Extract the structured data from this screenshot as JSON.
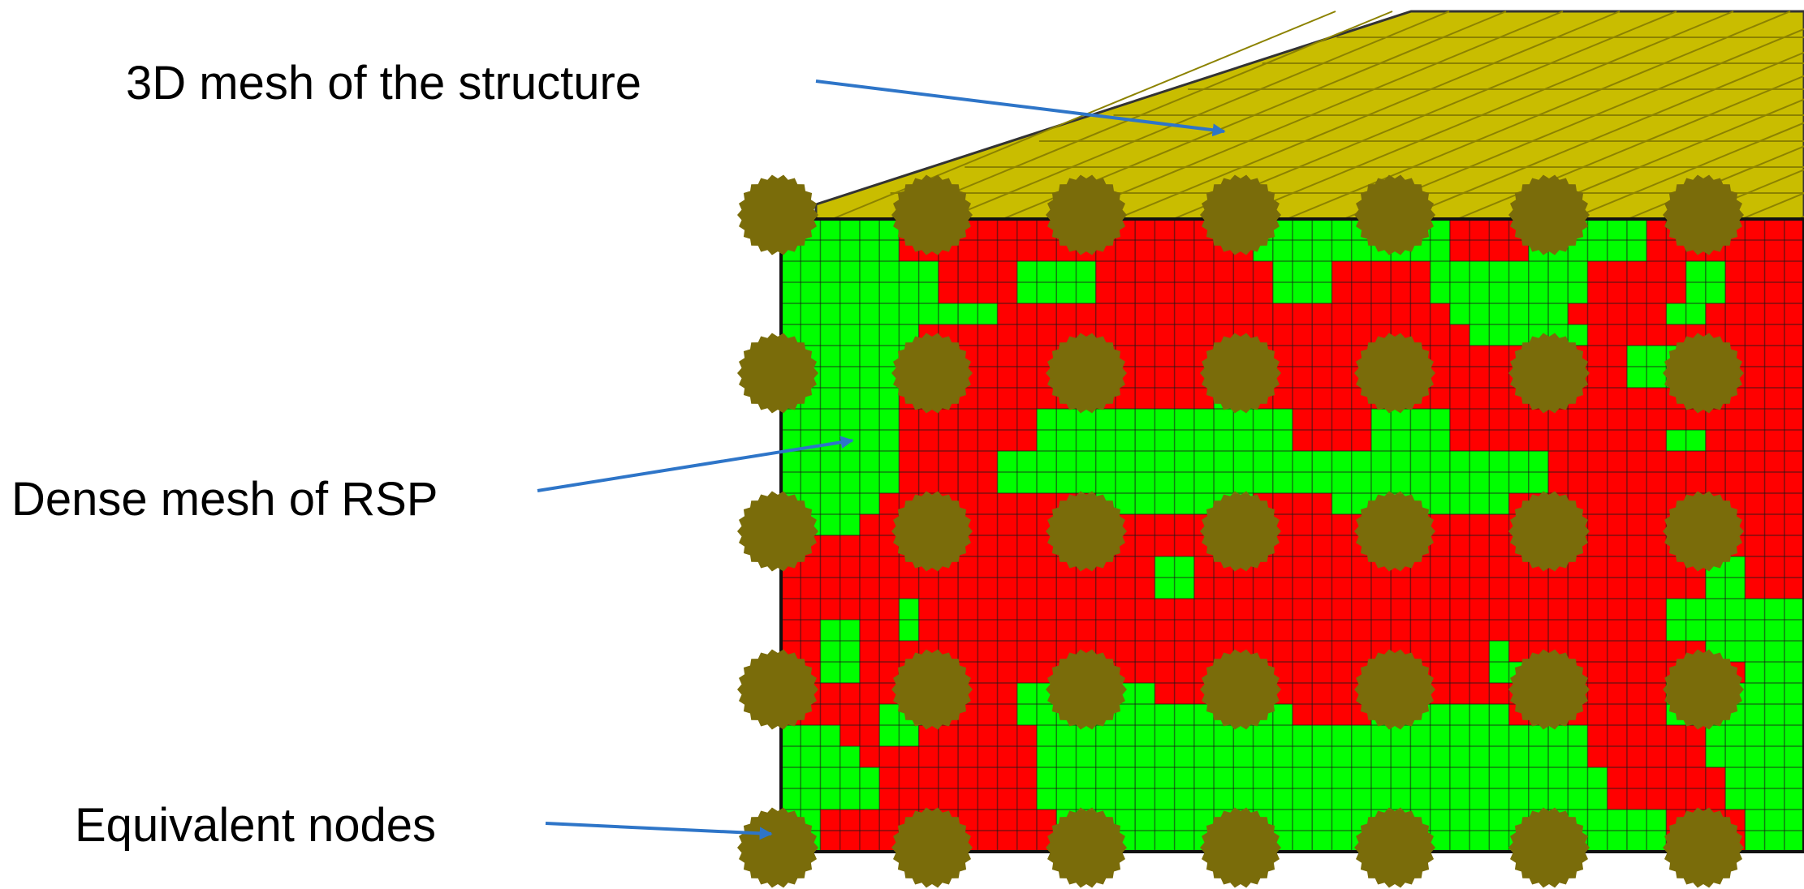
{
  "labels": {
    "mesh_3d": "3D mesh of the structure",
    "dense_mesh": "Dense mesh of RSP",
    "equivalent_nodes": "Equivalent nodes"
  },
  "colors": {
    "background": "#ffffff",
    "top_surface": "#c9bd00",
    "top_surface_grid": "#8c8200",
    "cell_green": "#00ff00",
    "cell_red": "#ff0000",
    "cell_grid": "#1a1a1a",
    "node": "#7a6c0a",
    "arrow": "#2e75c8",
    "label_text": "#000000"
  },
  "front_mesh": {
    "rows": 30,
    "cols": 52,
    "pattern": [
      "GGGGGGRRRRRRRRRRRRRRRRRRGGGGGGGGGGRRRRGGGGGGRRRRRRRR",
      "GGGGGGRRRRRRRRRRRRRRRRRRGGGGGGGGGGRRRRGGGGGGRRRRRRRR",
      "GGGGGGGGRRRRGGGGRRRRRRRRRGGGRRRRRGGGGGGGGRRRRRGGRRRR",
      "GGGGGGGGRRRRGGGGRRRRRRRRRGGGRRRRRGGGGGGGGRRRRRGGRRRR",
      "GGGGGGGGGGGRRRRRRRRRRRRRRRRRRRRRRRGGGGGGRRRRRGGRRRRR",
      "GGGGGGGRRRRRRRRRRRRRRRRRRRRRRRRRRRRGGGGGGRRRRRRRRRRR",
      "GGGGGGGRRRRRRRRRRRRRRRRRRRRRRRRRRRRRRRRRRRRGGGGRRRRR",
      "GGGGGGRRRRRRRRRRRRRRRRRRRRRRRRRRRRRRRRRRRRRGGGGRRRRR",
      "GGGGGGRRRRRRRRRRRRRRRRGGRRRRRRRRRRRRRRRRRRRRRRRRRRRR",
      "GGGGGGRRRRRRRGGGGGGGGGGGGGRRRRGGGGRRRRRRRRRRRRRRRRRR",
      "GGGGGGRRRRRRRGGGGGGGGGGGGGRRRRGGGGRRRRRRRRRRRGGRRRRR",
      "GGGGGGRRRRRGGGGGGGGGGGGGGGGGGGGGGGGGGGGRRRRRRRRRRRRR",
      "GGGGGGRRRRRGGGGGGGGGGGGGGGGGGGGGGGGGGGGRRRRRRRRRRRRR",
      "GGGGGRRRRRRRRRRRGGGGGGGGRRRRGGGGGGGGGRRRRRRRRRRRRRRR",
      "GGGGRRRRRRRRRRRRRRRRRRRRRRRRRRRRRRRRRRRRRRRRRRRRRRRR",
      "RRRRRRRRRRRRRRRRRRRRRRRRRRRRRRRRRRRRRRRRRRRRRRRRRRRR",
      "RRRRRRRRRRRRRRRRRRRGGRRRRRRRRRRRRRRRRRRRRRRRRRRGGRRR",
      "RRRRRRRRRRRRRRRRRRRGGRRRRRRRRRRRRRRRRRRRRRRRRRRGGRRR",
      "RRRRRRGRRRRRRRRRRRRRRRRRRRRRRRRRRRRRRRRRRRRRRGGGGGGG",
      "RRGGRRGRRRRRRRRRRRRRRRRRRRRRRRRRRRRRRRRRRRRRRGGGGGGG",
      "RRGGRRRRRRRRRRRRRRRRRRRRRRRRRRRRRRRRGRRRRRRRRRRGGGGG",
      "RRGGRRRRRRRRRRRRRRRRRRRRRRRRRRRRRRRRGGGGRRRRRRRRRGGG",
      "RRRRRRGGRRRRGGGGGGGRRRRRRRRRRRRRRRRRRRRRRRRRRGGGGGGG",
      "RRRRRGGGRRRRGGGGGGGGGGGGGGRRRRGGGGGGGRRRRRRRRGGGGGGG",
      "GGGRRGGRRRRRRGGGGGGGGGGGGGGGGGGGGGGGGGGGGRRRRRRGGGGG",
      "GGGGRRRRRRRRRGGGGGGGGGGGGGGGGGGGGGGGGGGGGRRRRRRGGGGG",
      "GGGGGRRRRRRRRGGGGGGGGGGGGGGGGGGGGGGGGGGGGGRRRRRRGGGG",
      "GGGGGRRRRRRRRGGGGGGGGGGGGGGGGGGGGGGGGGGGGGRRRRRRGGGG",
      "GGRRRRRRRRRRRRGGGGGGGGGGGGGGGGGGGGGGGGGGGGGGGRRRRGGG",
      "GGRRRRRRRRRRRRGGGGGGGGGGGGGGGGGGGGGGGGGGGGGGGRRRRGGG"
    ]
  },
  "node_grid": {
    "rows": 5,
    "cols": 7
  }
}
